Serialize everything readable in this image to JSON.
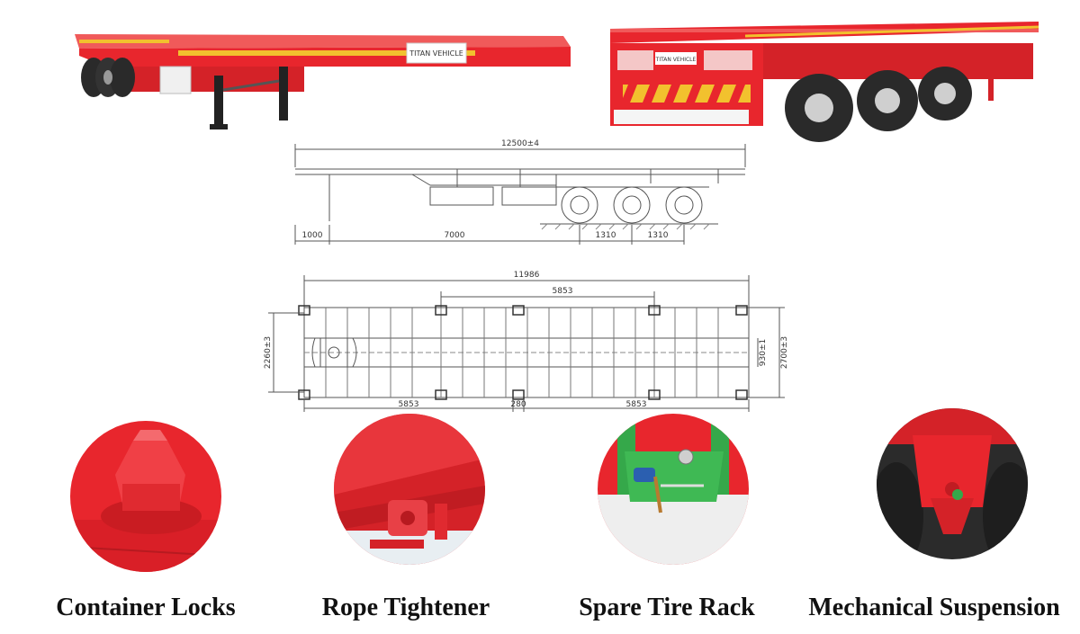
{
  "photos": {
    "side_view": {
      "brand_plate": "TITAN VEHICLE"
    },
    "rear_view": {
      "brand_plate": "TITAN VEHICLE"
    }
  },
  "side_drawing": {
    "overall_length": "12500±4",
    "dim_front": "1000",
    "dim_kingpin_to_axle": "7000",
    "dim_axle_spacing_1": "1310",
    "dim_axle_spacing_2": "1310"
  },
  "top_drawing": {
    "overall_length": "11986",
    "twistlock_spacing_top": "5853",
    "dim_bottom_left": "5853",
    "dim_bottom_center": "280",
    "dim_bottom_right": "5853",
    "dim_left_width": "2260±3",
    "dim_right_inner": "930±1",
    "dim_right_outer": "2700±3"
  },
  "features": [
    {
      "label": "Container Locks"
    },
    {
      "label": "Rope Tightener"
    },
    {
      "label": "Spare Tire Rack"
    },
    {
      "label": "Mechanical Suspension"
    }
  ],
  "colors": {
    "trailer_red": "#e8262d",
    "stripe_yellow": "#f2c12e",
    "frame_green": "#35a84a"
  }
}
